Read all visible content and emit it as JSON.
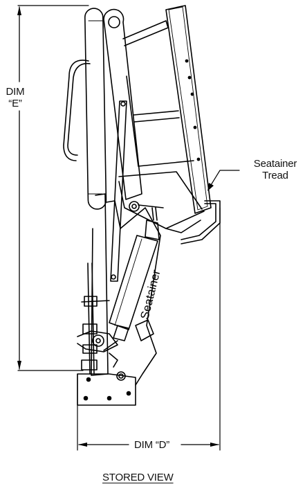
{
  "dimensions": {
    "height_label_line1": "DIM",
    "height_label_line2": "“E”",
    "width_label": "DIM “D”"
  },
  "callout": {
    "line1": "Seatainer",
    "line2": "Tread"
  },
  "brand_text": "Seatainer",
  "caption": "STORED VIEW"
}
